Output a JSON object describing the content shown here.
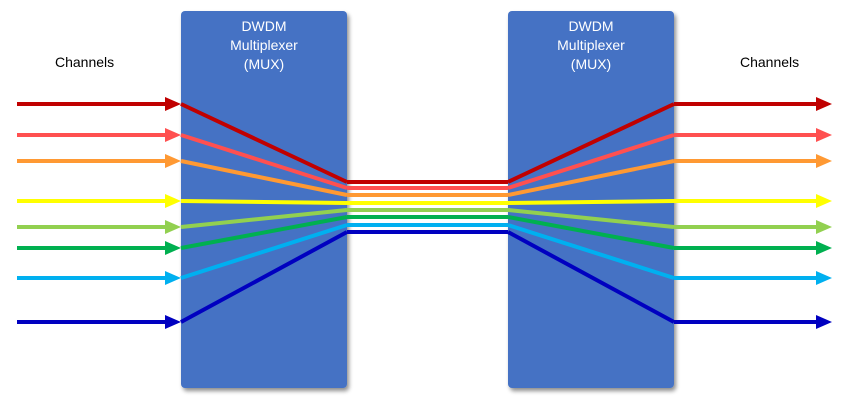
{
  "labels": {
    "left": "Channels",
    "right": "Channels"
  },
  "mux_left": {
    "line1": "DWDM",
    "line2": "Multiplexer",
    "line3": "(MUX)"
  },
  "mux_right": {
    "line1": "DWDM",
    "line2": "Multiplexer",
    "line3": "(MUX)"
  },
  "colors": {
    "box": "#4472c4",
    "box_shadow": "#2e4f8c"
  },
  "channels": [
    {
      "color": "#c00000"
    },
    {
      "color": "#ff5050"
    },
    {
      "color": "#ff9933"
    },
    {
      "color": "#ffff00"
    },
    {
      "color": "#92d050"
    },
    {
      "color": "#00b050"
    },
    {
      "color": "#00b0f0"
    },
    {
      "color": "#0000c0"
    }
  ]
}
